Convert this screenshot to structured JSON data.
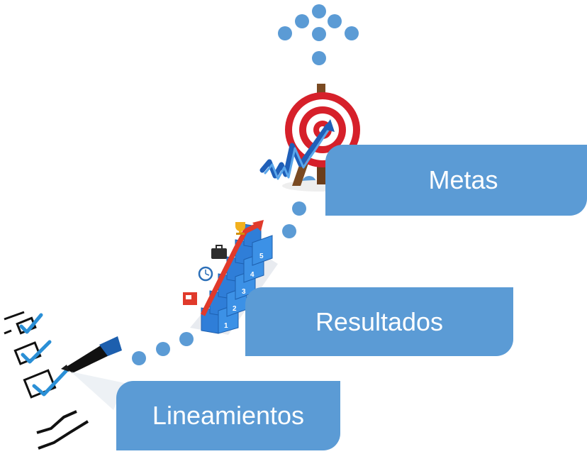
{
  "steps": [
    {
      "id": "lineamientos",
      "label": "Lineamientos",
      "icon": "checklist-icon"
    },
    {
      "id": "resultados",
      "label": "Resultados",
      "icon": "staircase-icon"
    },
    {
      "id": "metas",
      "label": "Metas",
      "icon": "target-icon"
    }
  ],
  "stair_numbers": [
    "1",
    "2",
    "3",
    "4",
    "5"
  ],
  "colors": {
    "box": "#5b9bd5",
    "dot": "#5b9bd5",
    "target_red": "#d6202a",
    "stair_blue": "#2f7ed8",
    "stair_red": "#e03a2b",
    "text": "#ffffff"
  }
}
